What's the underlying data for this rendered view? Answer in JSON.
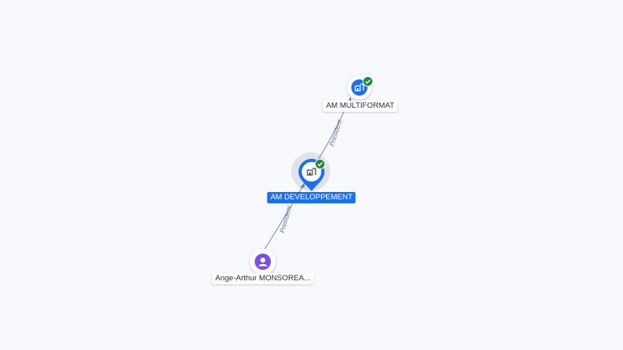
{
  "graph": {
    "nodes": [
      {
        "id": "am-developpement",
        "label": "AM DEVELOPPEMENT",
        "kind": "company",
        "status": "verified",
        "main": true
      },
      {
        "id": "am-multiformat",
        "label": "AM MULTIFORMAT",
        "kind": "company",
        "status": "verified",
        "main": false
      },
      {
        "id": "ange-arthur",
        "label": "Ange-Arthur MONSOREA...",
        "kind": "person",
        "status": "none",
        "main": false
      }
    ],
    "edges": [
      {
        "from": "am-developpement",
        "to": "am-multiformat",
        "label": "President"
      },
      {
        "from": "ange-arthur",
        "to": "am-developpement",
        "label": "President"
      }
    ]
  },
  "icons": {
    "company": "building-icon",
    "person": "person-icon",
    "verified": "check-badge-icon"
  },
  "colors": {
    "background": "#f8f9fc",
    "primary": "#1a6ff2",
    "company": "#1a6ff2",
    "person": "#7b4fe0",
    "verified": "#1f8a3b",
    "edge": "#5b6ea8"
  }
}
